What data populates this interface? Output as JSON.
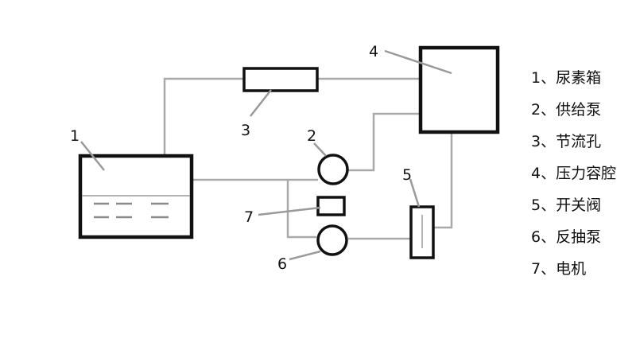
{
  "diagram": {
    "callouts": {
      "tank": "1",
      "supply_pump": "2",
      "orifice": "3",
      "pressure_chamber": "4",
      "valve": "5",
      "suction_pump": "6",
      "motor": "7"
    },
    "legend": [
      "1、尿素箱",
      "2、供给泵",
      "3、节流孔",
      "4、压力容腔",
      "5、开关阀",
      "6、反抽泵",
      "7、电机"
    ]
  }
}
